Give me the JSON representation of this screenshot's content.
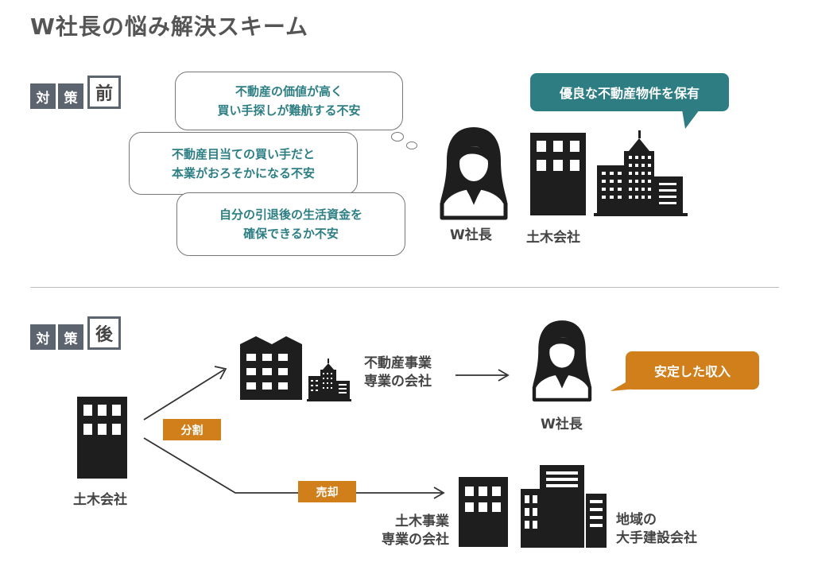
{
  "title": "W社長の悩み解決スキーム",
  "before": {
    "tag": {
      "chars": [
        "対",
        "策"
      ],
      "stage": "前"
    },
    "worries": [
      {
        "line1": "不動産の価値が高く",
        "line2": "買い手探しが難航する不安"
      },
      {
        "line1": "不動産目当ての買い手だと",
        "line2": "本業がおろそかになる不安"
      },
      {
        "line1": "自分の引退後の生活資金を",
        "line2": "確保できるか不安"
      }
    ],
    "callout": "優良な不動産物件を保有",
    "person_label": "W社長",
    "company_label": "土木会社",
    "icons": {
      "person": "businesswoman-icon",
      "company": "office-building-icon",
      "assets": "city-buildings-icon"
    }
  },
  "after": {
    "tag": {
      "chars": [
        "対",
        "策"
      ],
      "stage": "後"
    },
    "company_label": "土木会社",
    "split_label": "分割",
    "sale_label": "売却",
    "realestate_company": {
      "line1": "不動産事業",
      "line2": "専業の会社"
    },
    "person_label": "W社長",
    "income_callout": "安定した収入",
    "civil_company": {
      "line1": "土木事業",
      "line2": "専業の会社"
    },
    "buyer": {
      "line1": "地域の",
      "line2": "大手建設会社"
    }
  },
  "colors": {
    "teal": "#2e7d82",
    "orange": "#d07f1b",
    "slate": "#5c6470",
    "icon": "#1e1e1e"
  }
}
